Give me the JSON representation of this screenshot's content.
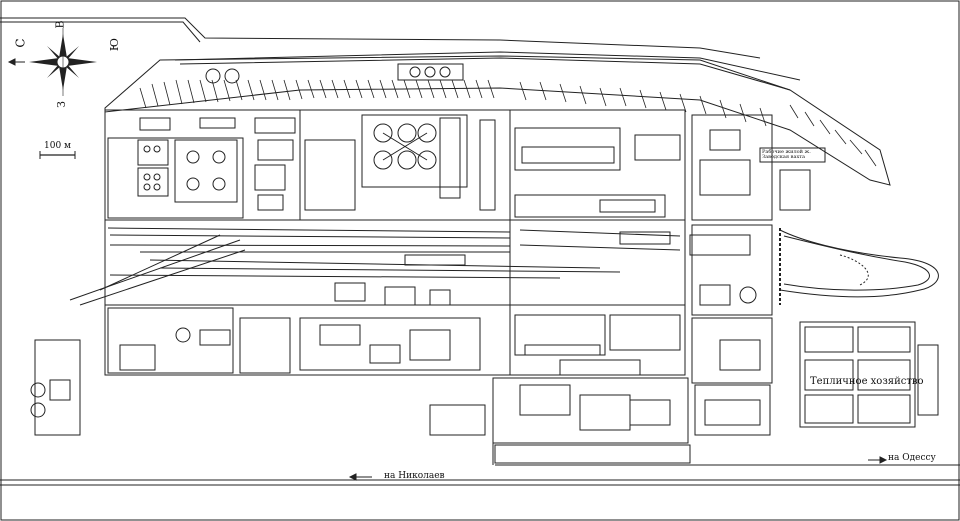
{
  "compass": {
    "north": "С",
    "south": "Ю",
    "east": "В",
    "west": "З"
  },
  "scale_bar": {
    "label": "100 м"
  },
  "labels": {
    "greenhouse": "Тепличное хозяйство",
    "to_odessa": "на Одессу",
    "to_nikolaev": "на Николаев",
    "small_box": "Рабочие жилой ж. Заводская вахта"
  },
  "colors": {
    "line": "#222222",
    "background": "#ffffff"
  }
}
